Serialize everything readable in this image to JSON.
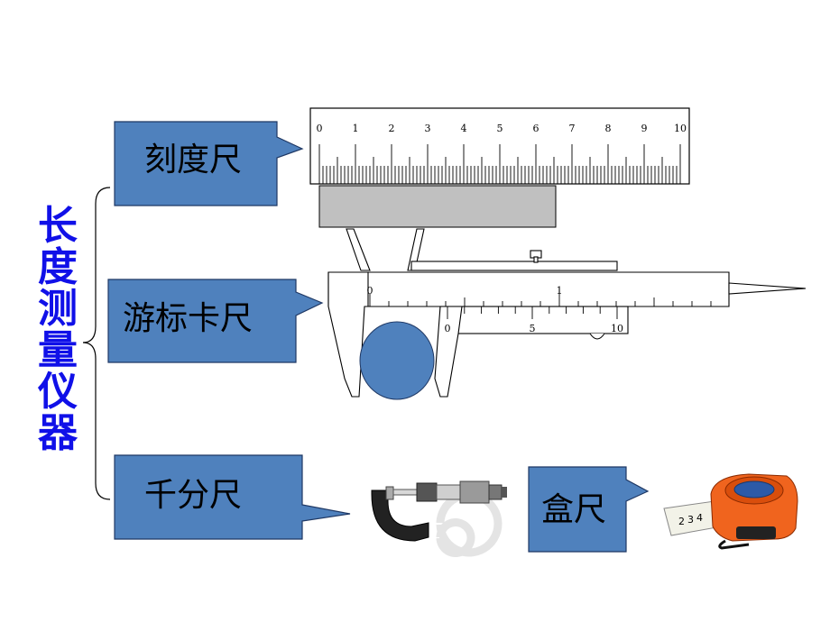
{
  "title_chars": [
    "长",
    "度",
    "测",
    "量",
    "仪",
    "器"
  ],
  "callouts": {
    "ruler": "刻度尺",
    "vernier": "游标卡尺",
    "micrometer": "千分尺",
    "tape": "盒尺"
  },
  "ruler_scale": [
    "0",
    "1",
    "2",
    "3",
    "4",
    "5",
    "6",
    "7",
    "8",
    "9",
    "10"
  ],
  "caliper_main_scale": [
    "0",
    "1"
  ],
  "caliper_vernier_scale": [
    "0",
    "5",
    "10"
  ],
  "tape_numbers": [
    "2",
    "3",
    "4"
  ],
  "colors": {
    "title": "#1010e8",
    "callout_fill": "#4f81bd",
    "callout_stroke": "#1f3864",
    "object_fill": "#4f81bd",
    "gray_block": "#c0c0c0",
    "tape_orange": "#f0641e"
  }
}
